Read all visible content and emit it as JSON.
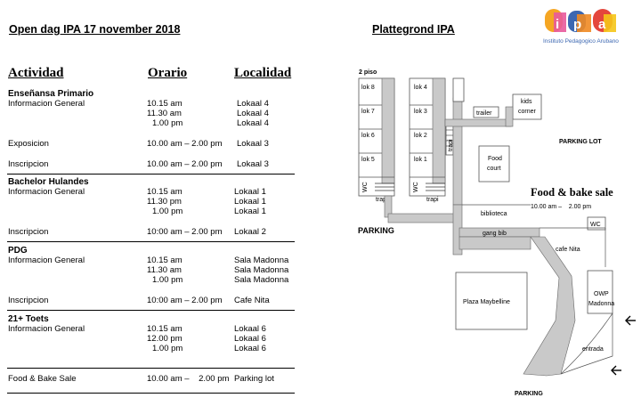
{
  "header": {
    "left_title": "Open dag  IPA 17 november 2018",
    "right_title": "Plattegrond IPA",
    "logo_tagline": "Instituto Pedagogico Arubano"
  },
  "schedule": {
    "columns": [
      "Actividad",
      "Orario",
      "Localidad"
    ],
    "sections": [
      {
        "title": "Enseñansa Primario",
        "rows": [
          {
            "activity": "Informacion General",
            "times": [
              "10.15 am",
              "11.30 am",
              "1.00 pm"
            ],
            "places": [
              "Lokaal 4",
              "Lokaal 4",
              "Lokaal 4"
            ]
          },
          {
            "activity": "Exposicion",
            "times": [
              "10.00 am – 2.00 pm"
            ],
            "places": [
              "Lokaal 3"
            ]
          },
          {
            "activity": "Inscripcion",
            "times": [
              "10.00 am – 2.00 pm"
            ],
            "places": [
              "Lokaal 3"
            ]
          }
        ]
      },
      {
        "title": "Bachelor Hulandes",
        "rows": [
          {
            "activity": "Informacion General",
            "times": [
              "10.15 am",
              "11.30 pm",
              "1.00 pm"
            ],
            "places": [
              "Lokaal 1",
              "Lokaal 1",
              "Lokaal 1"
            ]
          },
          {
            "activity": "Inscripcion",
            "times": [
              "10:00 am – 2.00 pm"
            ],
            "places": [
              "Lokaal 2"
            ]
          }
        ]
      },
      {
        "title": "PDG",
        "rows": [
          {
            "activity": "Informacion General",
            "times": [
              "10.15 am",
              "11.30 am",
              "1.00 pm"
            ],
            "places": [
              "Sala Madonna",
              "Sala Madonna",
              "Sala Madonna"
            ]
          },
          {
            "activity": "Inscripcion",
            "times": [
              "10:00 am – 2.00 pm"
            ],
            "places": [
              "Cafe Nita"
            ]
          }
        ]
      },
      {
        "title": "21+ Toets",
        "rows": [
          {
            "activity": "Informacion General",
            "times": [
              "10.15 am",
              "12.00 pm",
              "1.00 pm"
            ],
            "places": [
              "Lokaal 6",
              "Lokaal 6",
              "Lokaal 6"
            ]
          }
        ]
      },
      {
        "title": "",
        "rows": [
          {
            "activity": "Food & Bake Sale",
            "times": [
              "10.00 am –    2.00 pm"
            ],
            "places": [
              "Parking lot"
            ]
          }
        ]
      }
    ]
  },
  "map": {
    "floor_label": "2 piso",
    "left_block": [
      "lok 8",
      "lok 7",
      "lok 6",
      "lok 5"
    ],
    "right_block": [
      "lok 4",
      "lok 3",
      "lok 2",
      "lok 1"
    ],
    "wc": "WC",
    "trapi": "trapi",
    "trailer": "trailer",
    "kids_corner": [
      "kids",
      "corner"
    ],
    "food_court": [
      "Food",
      "court"
    ],
    "parking_lot": "PARKING LOT",
    "food_bake": "Food & bake sale",
    "food_bake_time": "10.00 am –    2.00 pm",
    "biblioteca": "biblioteca",
    "gang_bib": "gang bib",
    "parking_left": "PARKING",
    "cafe_nita": "cafe Nita",
    "plaza": "Plaza Maybelline",
    "owp": [
      "OWP",
      "Madonna"
    ],
    "entrada": "entrada",
    "parking_bottom": "PARKING"
  }
}
